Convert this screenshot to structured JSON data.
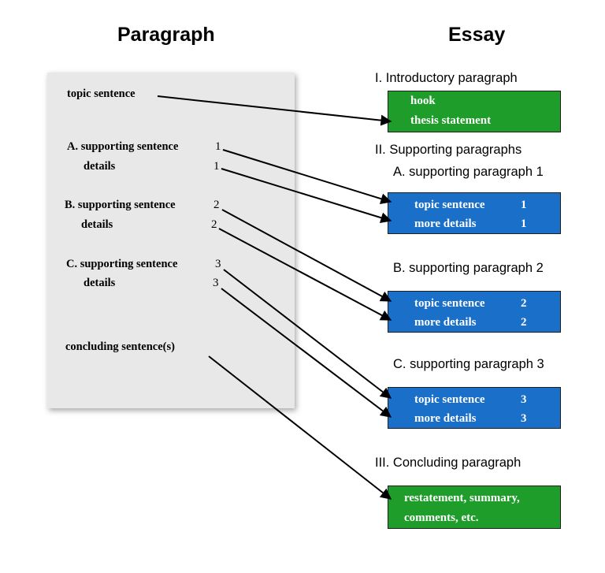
{
  "headings": {
    "paragraph": "Paragraph",
    "essay": "Essay"
  },
  "paragraph": {
    "topic_sentence": "topic sentence",
    "a_sentence": "A. supporting sentence",
    "a_sentence_num": "1",
    "a_details": "details",
    "a_details_num": "1",
    "b_sentence": "B. supporting sentence",
    "b_sentence_num": "2",
    "b_details": "details",
    "b_details_num": "2",
    "c_sentence": "C. supporting sentence",
    "c_sentence_num": "3",
    "c_details": "details",
    "c_details_num": "3",
    "concluding": "concluding sentence(s)"
  },
  "essay": {
    "intro_heading": "I. Introductory paragraph",
    "intro_line1": "hook",
    "intro_line2": "thesis statement",
    "supporting_heading": "II. Supporting paragraphs",
    "a_heading": "A. supporting paragraph 1",
    "a_line1": "topic sentence",
    "a_line1_num": "1",
    "a_line2": "more details",
    "a_line2_num": "1",
    "b_heading": "B. supporting paragraph 2",
    "b_line1": "topic sentence",
    "b_line1_num": "2",
    "b_line2": "more details",
    "b_line2_num": "2",
    "c_heading": "C. supporting paragraph 3",
    "c_line1": "topic sentence",
    "c_line1_num": "3",
    "c_line2": "more details",
    "c_line2_num": "3",
    "concluding_heading": "III. Concluding paragraph",
    "concluding_line1": "restatement, summary,",
    "concluding_line2": "comments, etc."
  },
  "colors": {
    "green": "#1f9d2a",
    "blue": "#1a6fc9",
    "panel": "#e8e8e8"
  }
}
